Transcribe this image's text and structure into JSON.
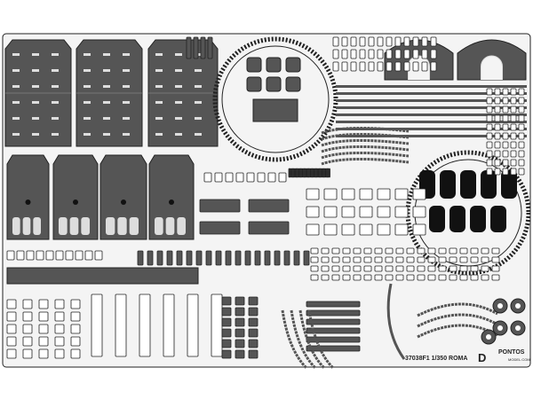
{
  "sheet": {
    "code": "37038F1 1/350 ROMA",
    "letter": "D",
    "brand": "PONTOS",
    "brand_url": "MODEL.COM",
    "colors": {
      "metal": "#555555",
      "outline": "#222222",
      "background": "#ffffff",
      "sheet": "#f4f4f4"
    }
  }
}
